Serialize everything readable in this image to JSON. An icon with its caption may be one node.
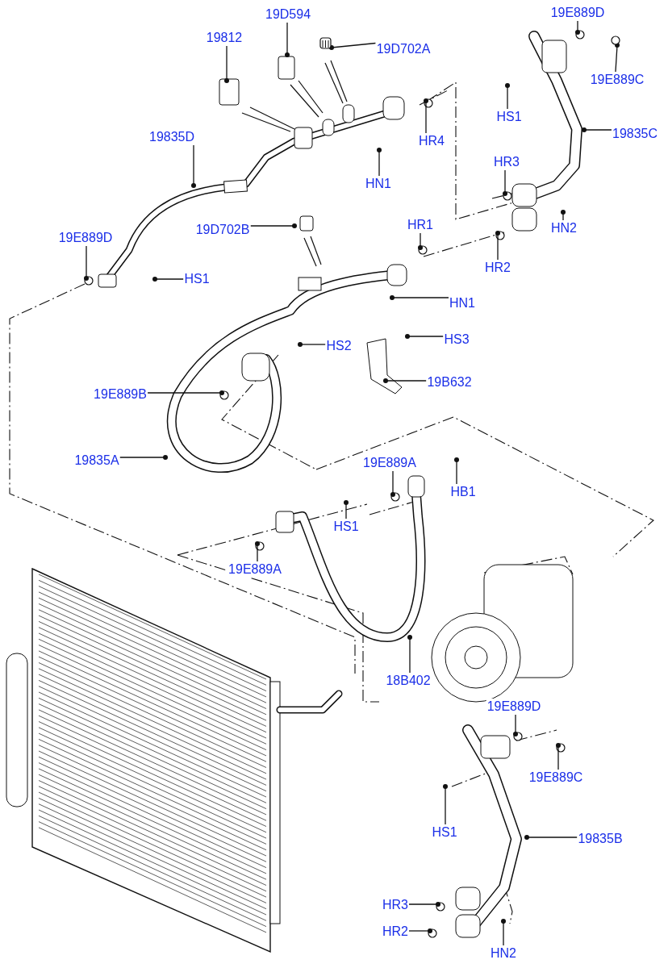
{
  "diagram": {
    "nodes": [
      {
        "text": [
          "19812"
        ]
      },
      {
        "text": [
          "19D594"
        ]
      },
      {
        "text": [
          "19D702A"
        ]
      },
      {
        "text": [
          "HR4"
        ]
      },
      {
        "text": [
          "HN1"
        ]
      },
      {
        "text": [
          "19835D"
        ]
      },
      {
        "text": [
          "19E889D"
        ]
      },
      {
        "text": [
          "HS1"
        ]
      },
      {
        "text": [
          "19E889D"
        ]
      },
      {
        "text": [
          "19E889C"
        ]
      },
      {
        "text": [
          "HS1"
        ]
      },
      {
        "text": [
          "19835C"
        ]
      },
      {
        "text": [
          "HR3"
        ]
      },
      {
        "text": [
          "HN2"
        ]
      },
      {
        "text": [
          "HR2"
        ]
      },
      {
        "text": [
          "HR1"
        ]
      },
      {
        "text": [
          "19D702B"
        ]
      },
      {
        "text": [
          "HN1"
        ]
      },
      {
        "text": [
          "HS2"
        ]
      },
      {
        "text": [
          "HS3"
        ]
      },
      {
        "text": [
          "19B632"
        ]
      },
      {
        "text": [
          "19E889B"
        ]
      },
      {
        "text": [
          "19835A"
        ]
      },
      {
        "text": [
          "19E889A"
        ]
      },
      {
        "text": [
          "HB1"
        ]
      },
      {
        "text": [
          "HS1"
        ]
      },
      {
        "text": [
          "19E889A"
        ]
      },
      {
        "text": [
          "18B402"
        ]
      },
      {
        "text": [
          "19E889D"
        ]
      },
      {
        "text": [
          "19E889C"
        ]
      },
      {
        "text": [
          "HS1"
        ]
      },
      {
        "text": [
          "19835B"
        ]
      },
      {
        "text": [
          "HR3"
        ]
      },
      {
        "text": [
          "HR2"
        ]
      },
      {
        "text": [
          "HN2"
        ]
      },
      {
        "text": [],
        "shape": "picture"
      },
      {
        "text": [],
        "shape": "circle"
      }
    ],
    "edges": [
      {
        "from": 0,
        "to": null,
        "arrow": "other"
      },
      {
        "from": 1,
        "to": null,
        "arrow": "other"
      },
      {
        "from": 2,
        "to": 35,
        "arrow": "other"
      },
      {
        "from": 3,
        "to": null,
        "arrow": "other"
      },
      {
        "from": 4,
        "to": null,
        "arrow": "other"
      },
      {
        "from": 5,
        "to": null,
        "arrow": "other"
      },
      {
        "from": 6,
        "to": null,
        "arrow": "other"
      },
      {
        "from": 7,
        "to": null,
        "arrow": "other"
      },
      {
        "from": 8,
        "to": null,
        "arrow": "other"
      },
      {
        "from": 9,
        "to": 36,
        "arrow": "other"
      },
      {
        "from": 10,
        "to": null,
        "arrow": "other"
      },
      {
        "from": 11,
        "to": null,
        "arrow": "other"
      },
      {
        "from": 12,
        "to": null,
        "arrow": "other"
      },
      {
        "from": 13,
        "to": null,
        "arrow": "other"
      },
      {
        "from": 14,
        "to": null,
        "arrow": "other"
      },
      {
        "from": 15,
        "to": null,
        "arrow": "other"
      },
      {
        "from": 16,
        "to": null,
        "arrow": "other"
      },
      {
        "from": 17,
        "to": null,
        "arrow": "other"
      },
      {
        "from": 18,
        "to": null,
        "arrow": "other"
      },
      {
        "from": 19,
        "to": null,
        "arrow": "other"
      },
      {
        "from": 20,
        "to": null,
        "arrow": "other"
      },
      {
        "from": 21,
        "to": null,
        "arrow": "other"
      },
      {
        "from": 22,
        "to": null,
        "arrow": "other"
      },
      {
        "from": 23,
        "to": null,
        "arrow": "other"
      },
      {
        "from": 24,
        "to": null,
        "arrow": "other"
      },
      {
        "from": 25,
        "to": null,
        "arrow": "other"
      },
      {
        "from": 26,
        "to": null,
        "arrow": "other"
      },
      {
        "from": 27,
        "to": null,
        "arrow": "other"
      },
      {
        "from": 28,
        "to": null,
        "arrow": "other"
      },
      {
        "from": 29,
        "to": null,
        "arrow": "other"
      },
      {
        "from": 30,
        "to": null,
        "arrow": "other"
      },
      {
        "from": 31,
        "to": null,
        "arrow": "other"
      },
      {
        "from": 32,
        "to": null,
        "arrow": "other"
      },
      {
        "from": 33,
        "to": null,
        "arrow": "other"
      },
      {
        "from": 34,
        "to": null,
        "arrow": "other"
      }
    ]
  }
}
